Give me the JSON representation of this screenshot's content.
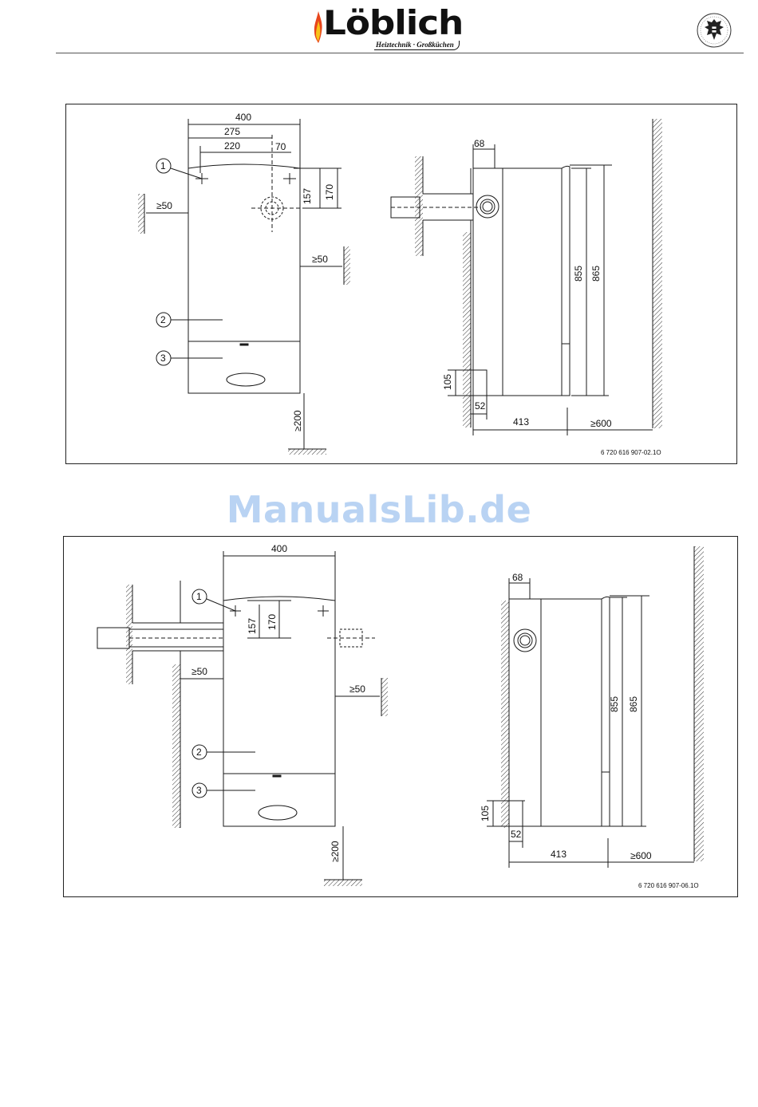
{
  "header": {
    "logo_text": "Löblich",
    "logo_subtitle": "Heiztechnik · Großküchen",
    "crest_icon": "austrian-eagle-crest-icon"
  },
  "watermark": "ManualsLib.de",
  "figures": [
    {
      "id": "fig1",
      "front": {
        "width": "400",
        "d275": "275",
        "d220": "220",
        "d70": "70",
        "d157": "157",
        "d170": "170",
        "left_clear": "≥50",
        "right_clear": "≥50",
        "bottom_clear": "≥200",
        "callout1": "1",
        "callout2": "2",
        "callout3": "3"
      },
      "side": {
        "d68": "68",
        "d855": "855",
        "d865": "865",
        "d105": "105",
        "d52": "52",
        "d413": "413",
        "front_clear": "≥600"
      },
      "code": "6 720 616 907-02.1O"
    },
    {
      "id": "fig2",
      "front": {
        "width": "400",
        "d157": "157",
        "d170": "170",
        "left_clear": "≥50",
        "right_clear": "≥50",
        "bottom_clear": "≥200",
        "callout1": "1",
        "callout2": "2",
        "callout3": "3"
      },
      "side": {
        "d68": "68",
        "d855": "855",
        "d865": "865",
        "d105": "105",
        "d52": "52",
        "d413": "413",
        "front_clear": "≥600"
      },
      "code": "6 720 616 907-06.1O"
    }
  ],
  "colors": {
    "line": "#1a1a1a",
    "watermark": "#b9d3f3",
    "flame": "#e8461c"
  }
}
